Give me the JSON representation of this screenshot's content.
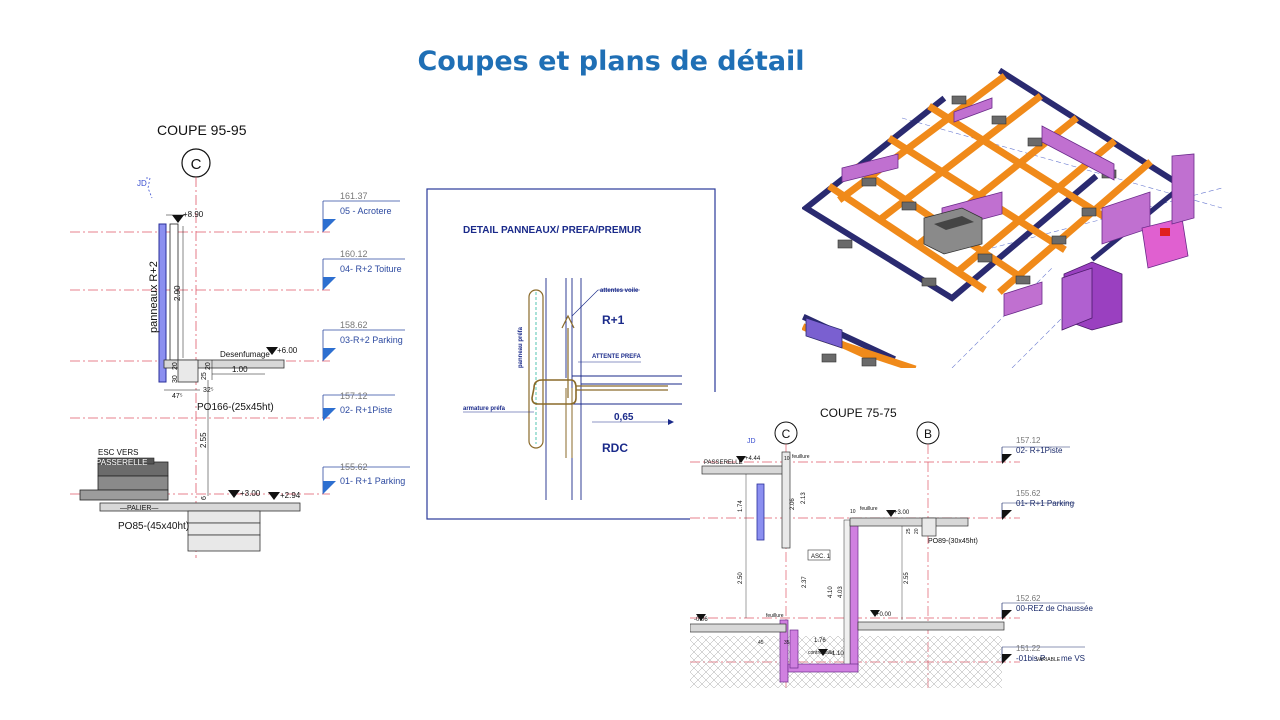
{
  "title": "Coupes et plans de détail",
  "left": {
    "section_title": "COUPE 95-95",
    "axis": "C",
    "jd": "JD",
    "levels": [
      {
        "value": "161.37",
        "label": "05 - Acrotere"
      },
      {
        "value": "160.12",
        "label": "04- R+2 Toiture"
      },
      {
        "value": "158.62",
        "label": "03-R+2 Parking"
      },
      {
        "value": "157.12",
        "label": "02- R+1Piste"
      },
      {
        "value": "155.62",
        "label": "01- R+1 Parking"
      }
    ],
    "panel_label": "panneaux R+2",
    "elev_890": "+8.90",
    "elev_600": "+6.00",
    "elev_300": "+3.00",
    "elev_294": "+2.94",
    "dim_290": "2.90",
    "dim_255": "2.55",
    "dim_100": "1.00",
    "dim_20": "20",
    "dim_30": "30",
    "dim_25": "25",
    "dim_20b": "20",
    "dim_47": "47⁵",
    "dim_32": "32⁵",
    "dim_6": "6",
    "desenfumage": "Desenfumage",
    "beam_1": "PO166-(25x45ht)",
    "beam_2": "PO85-(45x40ht)",
    "esc_1": "ESC VERS",
    "esc_2": "PASSERELLE",
    "palier": "—PALIER—"
  },
  "mid": {
    "title": "DETAIL PANNEAUX/ PREFA/PREMUR",
    "attentes_voile": "attentes voile",
    "r1": "R+1",
    "attente_prefa": "ATTENTE PREFA",
    "armature_prefa": "armature préfa",
    "panneau_prefa": "panneau préfa",
    "dim": "0,65",
    "rdc": "RDC"
  },
  "br": {
    "section_title": "COUPE 75-75",
    "axis_c": "C",
    "axis_b": "B",
    "jd": "JD",
    "levels": [
      {
        "value": "157.12",
        "label": "02- R+1Piste"
      },
      {
        "value": "155.62",
        "label": "01- R+1 Parking"
      },
      {
        "value": "152.62",
        "label": "00-REZ de Chaussée"
      },
      {
        "value": "151.22",
        "label": "-01bis P"
      }
    ],
    "level_suffix": "me VS",
    "variable": "VARIABLE",
    "passerelle": "PASSERELLE",
    "elev_444": "+4.44",
    "elev_300": "+3.00",
    "elev_000": "+0.00",
    "elev_m006": "-0.06",
    "elev_m110": "-1.10",
    "feuillure": "feuillure",
    "contre_dalle": "contre dalle",
    "asc": "ASC. 1",
    "beam": "PO89-(30x45ht)",
    "dim_174": "1.74",
    "dim_206": "2.06",
    "dim_213": "2.13",
    "dim_250": "2.50",
    "dim_237": "2.37",
    "dim_410": "4.10",
    "dim_403": "4.03",
    "dim_255": "2.55",
    "dim_176": "1.76",
    "dim_10a": "10",
    "dim_10b": "10",
    "dim_25": "25",
    "dim_20": "20",
    "dim_45": "45",
    "dim_35": "35"
  }
}
